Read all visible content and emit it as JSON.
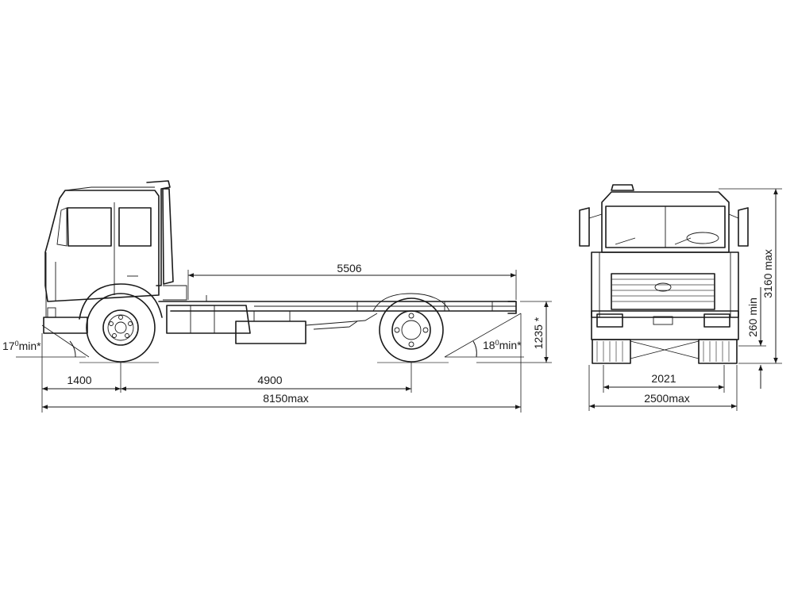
{
  "dimensions": {
    "platform_length": "5506",
    "front_overhang": "1400",
    "wheelbase": "4900",
    "overall_length": "8150max",
    "frame_height": "1235 *",
    "approach_angle_num": "17",
    "approach_angle_unit": "min*",
    "departure_angle_num": "18",
    "departure_angle_unit": "min*",
    "track_width": "2021",
    "overall_width": "2500max",
    "overall_height": "3160 max",
    "ground_clearance": "260 min"
  },
  "colors": {
    "line": "#1a1a1a",
    "background": "#ffffff"
  }
}
